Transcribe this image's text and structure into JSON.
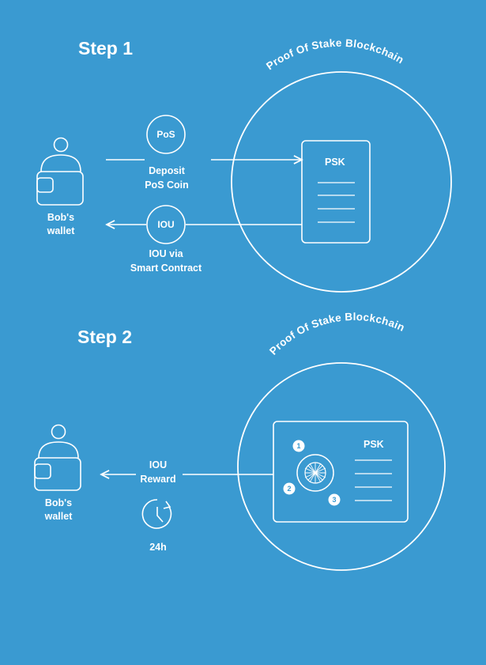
{
  "step1": {
    "title": "Step 1",
    "blockchain_label": "Proof Of Stake Blockchain",
    "wallet_label_line1": "Bob's",
    "wallet_label_line2": "wallet",
    "pos_badge": "PoS",
    "deposit_line1": "Deposit",
    "deposit_line2": "PoS Coin",
    "iou_badge": "IOU",
    "iou_line1": "IOU via",
    "iou_line2": "Smart Contract",
    "psk_label": "PSK"
  },
  "step2": {
    "title": "Step 2",
    "blockchain_label": "Proof Of Stake Blockchain",
    "wallet_label_line1": "Bob's",
    "wallet_label_line2": "wallet",
    "reward_line1": "IOU",
    "reward_line2": "Reward",
    "time_label": "24h",
    "psk_label": "PSK",
    "node_numbers": [
      "1",
      "2",
      "3"
    ]
  },
  "colors": {
    "background": "#3a9ad1",
    "foreground": "#ffffff"
  },
  "icons": {
    "wallet": "person-wallet-icon",
    "clock": "clock-icon",
    "network": "network-sphere-icon"
  }
}
